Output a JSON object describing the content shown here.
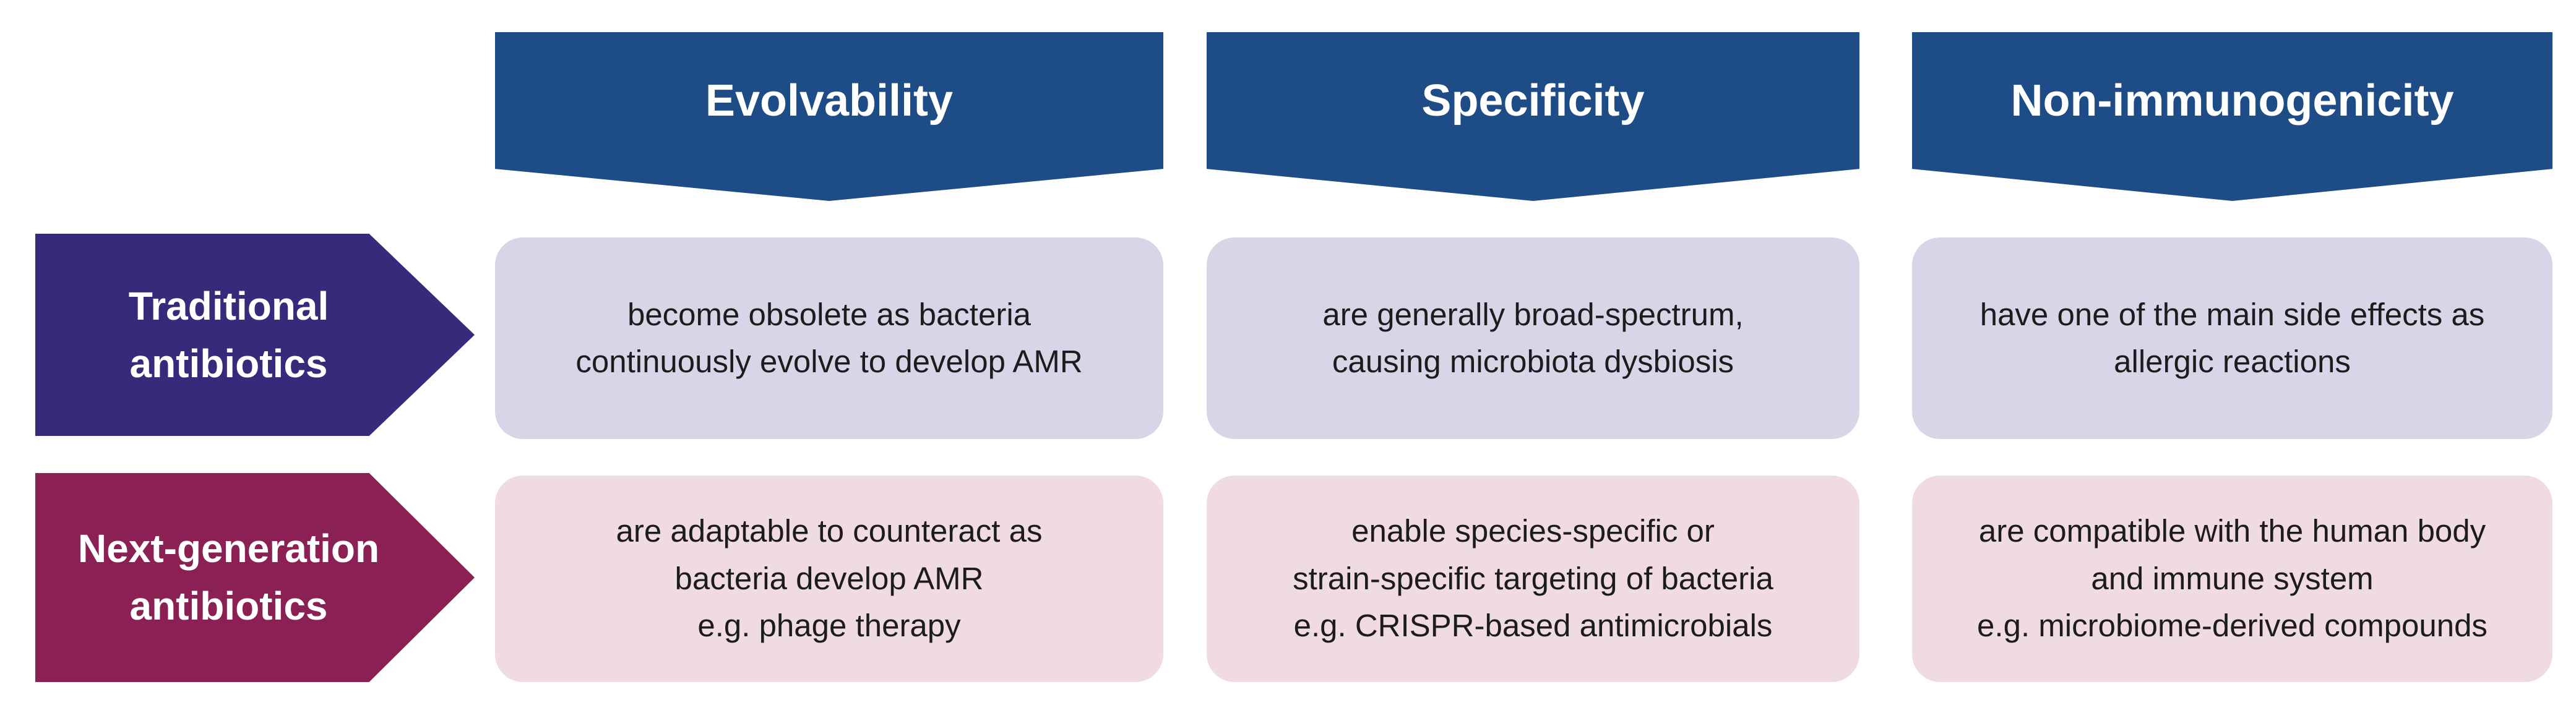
{
  "colors": {
    "header_banner_blue": "#1e4c87",
    "traditional_arrow_purple": "#382a7b",
    "next_generation_arrow_maroon": "#8b2055",
    "traditional_cell_lavender": "#d9d5e8",
    "next_generation_cell_pink": "#f0dbe4",
    "label_text": "#ffffff",
    "cell_text": "#1c1c1c",
    "page_background": "#ffffff"
  },
  "columns": [
    {
      "header": "Evolvability"
    },
    {
      "header": "Specificity"
    },
    {
      "header": "Non-immunogenicity"
    }
  ],
  "rows": [
    {
      "label_lines": [
        "Traditional",
        "antibiotics"
      ]
    },
    {
      "label_lines": [
        "Next-generation",
        "antibiotics"
      ]
    }
  ],
  "cells": [
    {
      "row": "Traditional antibiotics",
      "column": "Evolvability",
      "lines": [
        "become obsolete as bacteria",
        "continuously evolve to develop AMR"
      ]
    },
    {
      "row": "Traditional antibiotics",
      "column": "Specificity",
      "lines": [
        "are generally broad-spectrum,",
        "causing microbiota dysbiosis"
      ]
    },
    {
      "row": "Traditional antibiotics",
      "column": "Non-immunogenicity",
      "lines": [
        "have one of the main side effects as",
        "allergic reactions"
      ]
    },
    {
      "row": "Next-generation antibiotics",
      "column": "Evolvability",
      "lines": [
        "are adaptable to counteract as",
        "bacteria develop AMR",
        "e.g. phage therapy"
      ]
    },
    {
      "row": "Next-generation antibiotics",
      "column": "Specificity",
      "lines": [
        "enable species-specific or",
        "strain-specific targeting of bacteria",
        "e.g. CRISPR-based antimicrobials"
      ]
    },
    {
      "row": "Next-generation antibiotics",
      "column": "Non-immunogenicity",
      "lines": [
        "are compatible with the human body",
        "and immune system",
        "e.g. microbiome-derived compounds"
      ]
    }
  ]
}
